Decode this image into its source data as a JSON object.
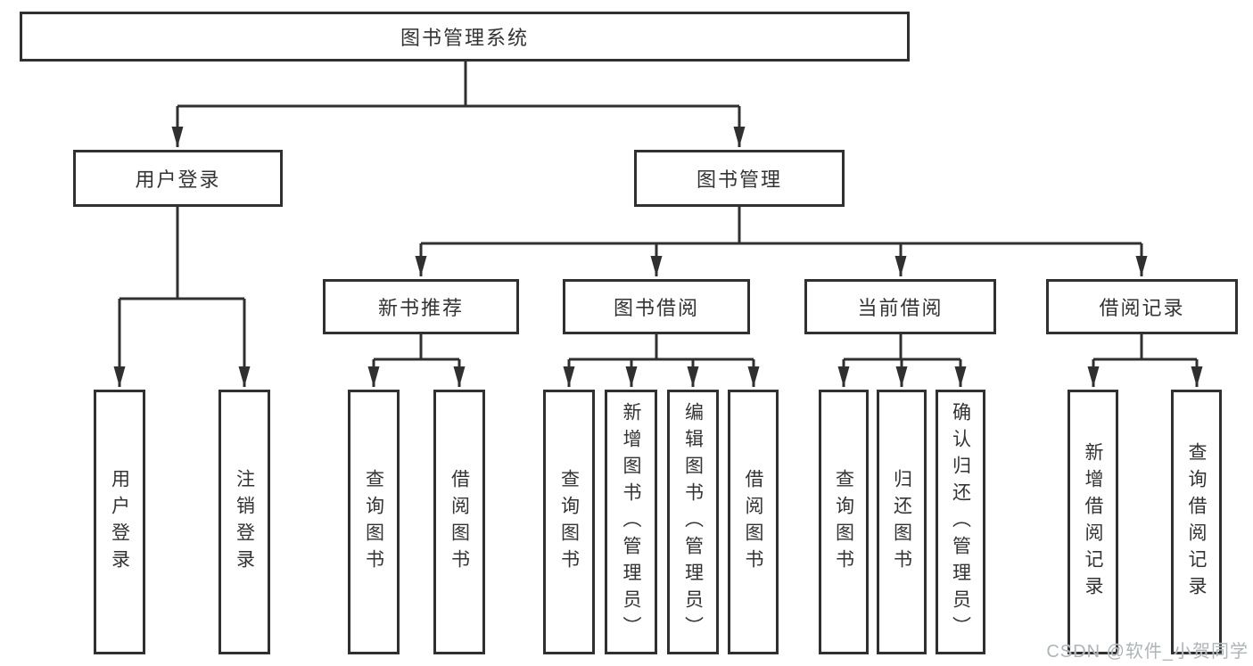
{
  "diagram": {
    "root": "图书管理系统",
    "level2": [
      "用户登录",
      "图书管理"
    ],
    "level3": [
      "新书推荐",
      "图书借阅",
      "当前借阅",
      "借阅记录"
    ],
    "leaves_user_login": [
      "用户登录",
      "注销登录"
    ],
    "leaves_new_books": [
      "查询图书",
      "借阅图书"
    ],
    "leaves_book_borrow": [
      "查询图书",
      "新增图书（管理员）",
      "编辑图书（管理员）",
      "借阅图书"
    ],
    "leaves_current_borrow": [
      "查询图书",
      "归还图书",
      "确认归还（管理员）"
    ],
    "leaves_borrow_records": [
      "新增借阅记录",
      "查询借阅记录"
    ]
  },
  "watermark": "CSDN @软件_小贺同学",
  "colors": {
    "line": "#303030",
    "text": "#333333",
    "watermark": "#aeb4b8",
    "background": "#ffffff"
  }
}
